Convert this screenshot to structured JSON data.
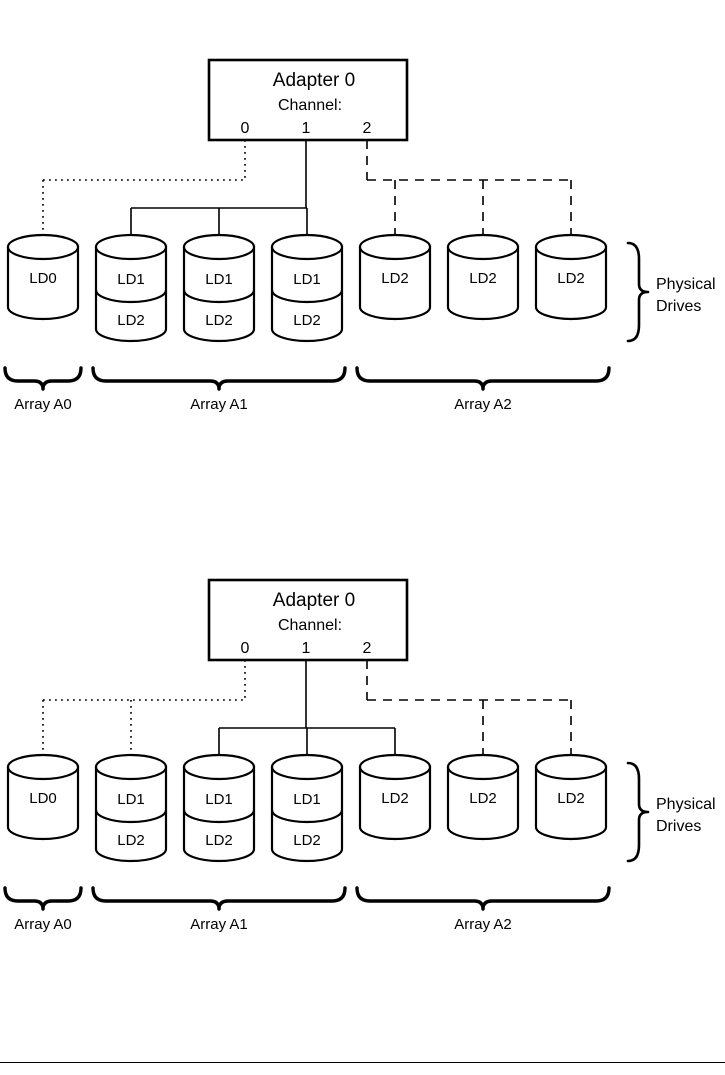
{
  "document": {
    "type": "technical-diagram",
    "subject": "RAID adapter channel and logical drive configuration",
    "figure_count": 2
  },
  "figures": [
    {
      "id": "figure-1",
      "adapter": {
        "title": "Adapter 0",
        "channel_caption": "Channel:",
        "channels": [
          "0",
          "1",
          "2"
        ]
      },
      "side_label": {
        "line1": "Physical",
        "line2": "Drives"
      },
      "drives": [
        {
          "index": 0,
          "type": "short",
          "labels": [
            "LD0"
          ],
          "channel": "0",
          "array": "A0"
        },
        {
          "index": 1,
          "type": "tall",
          "labels": [
            "LD1",
            "LD2"
          ],
          "channel": "1",
          "array": "A1"
        },
        {
          "index": 2,
          "type": "tall",
          "labels": [
            "LD1",
            "LD2"
          ],
          "channel": "1",
          "array": "A1"
        },
        {
          "index": 3,
          "type": "tall",
          "labels": [
            "LD1",
            "LD2"
          ],
          "channel": "1",
          "array": "A1"
        },
        {
          "index": 4,
          "type": "short",
          "labels": [
            "LD2"
          ],
          "channel": "2",
          "array": "A2"
        },
        {
          "index": 5,
          "type": "short",
          "labels": [
            "LD2"
          ],
          "channel": "2",
          "array": "A2"
        },
        {
          "index": 6,
          "type": "short",
          "labels": [
            "LD2"
          ],
          "channel": "2",
          "array": "A2"
        }
      ],
      "channel_connections": [
        {
          "channel": "0",
          "line_style": "dotted",
          "drives": [
            0
          ]
        },
        {
          "channel": "1",
          "line_style": "solid",
          "drives": [
            1,
            2,
            3
          ]
        },
        {
          "channel": "2",
          "line_style": "dashed",
          "drives": [
            4,
            5,
            6
          ]
        }
      ],
      "arrays": [
        {
          "name": "Array A0",
          "drives": [
            0
          ]
        },
        {
          "name": "Array A1",
          "drives": [
            1,
            2,
            3
          ]
        },
        {
          "name": "Array A2",
          "drives": [
            4,
            5,
            6
          ]
        }
      ]
    },
    {
      "id": "figure-2",
      "adapter": {
        "title": "Adapter 0",
        "channel_caption": "Channel:",
        "channels": [
          "0",
          "1",
          "2"
        ]
      },
      "side_label": {
        "line1": "Physical",
        "line2": "Drives"
      },
      "drives": [
        {
          "index": 0,
          "type": "short",
          "labels": [
            "LD0"
          ],
          "channel": "0",
          "array": "A0"
        },
        {
          "index": 1,
          "type": "tall",
          "labels": [
            "LD1",
            "LD2"
          ],
          "channel": "0",
          "array": "A1"
        },
        {
          "index": 2,
          "type": "tall",
          "labels": [
            "LD1",
            "LD2"
          ],
          "channel": "1",
          "array": "A1"
        },
        {
          "index": 3,
          "type": "tall",
          "labels": [
            "LD1",
            "LD2"
          ],
          "channel": "1",
          "array": "A1"
        },
        {
          "index": 4,
          "type": "short",
          "labels": [
            "LD2"
          ],
          "channel": "1",
          "array": "A2"
        },
        {
          "index": 5,
          "type": "short",
          "labels": [
            "LD2"
          ],
          "channel": "2",
          "array": "A2"
        },
        {
          "index": 6,
          "type": "short",
          "labels": [
            "LD2"
          ],
          "channel": "2",
          "array": "A2"
        }
      ],
      "channel_connections": [
        {
          "channel": "0",
          "line_style": "dotted",
          "drives": [
            0,
            1
          ]
        },
        {
          "channel": "1",
          "line_style": "solid",
          "drives": [
            2,
            3,
            4
          ]
        },
        {
          "channel": "2",
          "line_style": "dashed",
          "drives": [
            5,
            6
          ]
        }
      ],
      "arrays": [
        {
          "name": "Array A0",
          "drives": [
            0
          ]
        },
        {
          "name": "Array A1",
          "drives": [
            1,
            2,
            3
          ]
        },
        {
          "name": "Array A2",
          "drives": [
            4,
            5,
            6
          ]
        }
      ]
    }
  ],
  "colors": {
    "ink": "#000000",
    "paper": "#ffffff"
  }
}
